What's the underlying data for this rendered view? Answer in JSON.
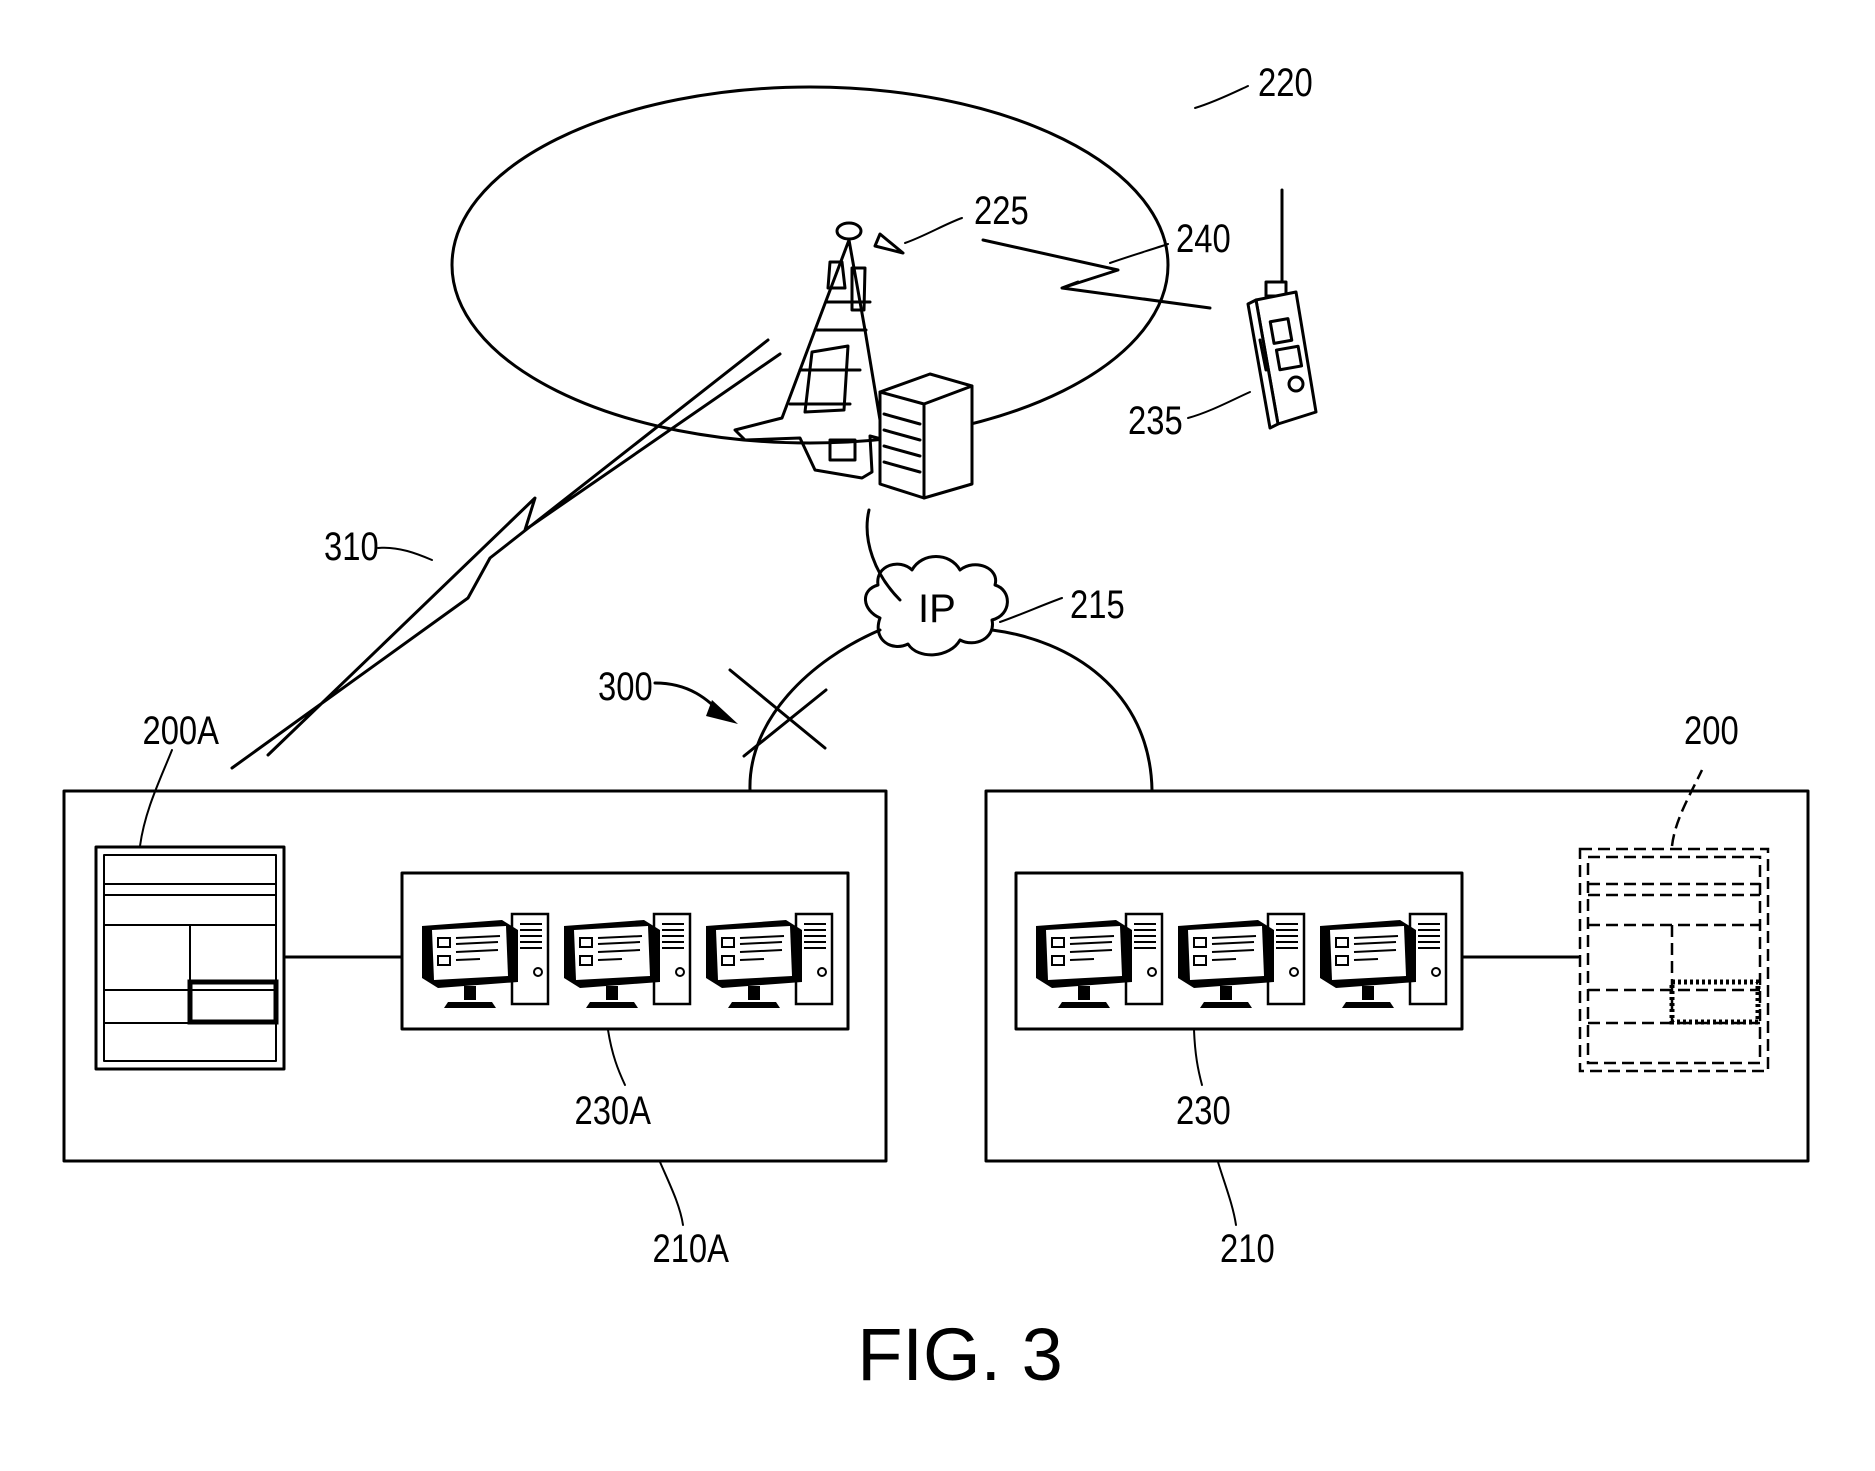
{
  "figure_title": "FIG. 3",
  "cloud_text": "IP",
  "refs": {
    "coverage_area": "220",
    "tower": "225",
    "wireless_link_radio": "240",
    "radio": "235",
    "wireless_link_310": "310",
    "ip_network": "215",
    "link_failure": "300",
    "device_200A": "200A",
    "device_200": "200",
    "workstations_230A": "230A",
    "workstations_230": "230",
    "site_210A": "210A",
    "site_210": "210"
  }
}
